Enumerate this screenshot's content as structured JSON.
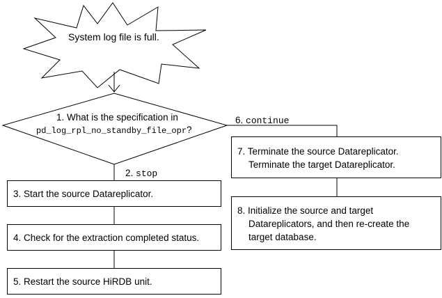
{
  "start": {
    "text": "System log file is full."
  },
  "decision": {
    "line1": "1. What is the specification in",
    "line2_code": "pd_log_rpl_no_standby_file_opr",
    "line2_suffix": "?"
  },
  "branches": {
    "stop": {
      "number": "2.",
      "code": "stop"
    },
    "continue": {
      "number": "6.",
      "code": "continue"
    }
  },
  "left_steps": [
    {
      "text": "3. Start the source Datareplicator."
    },
    {
      "text": "4. Check for the extraction completed status."
    },
    {
      "text": "5. Restart the source HiRDB unit."
    }
  ],
  "right_steps": [
    {
      "lines": [
        "7. Terminate the source Datareplicator.",
        "Terminate the target Datareplicator."
      ]
    },
    {
      "lines": [
        "8. Initialize the source and target",
        "Datareplicators, and then re-create the",
        "target database."
      ]
    }
  ]
}
